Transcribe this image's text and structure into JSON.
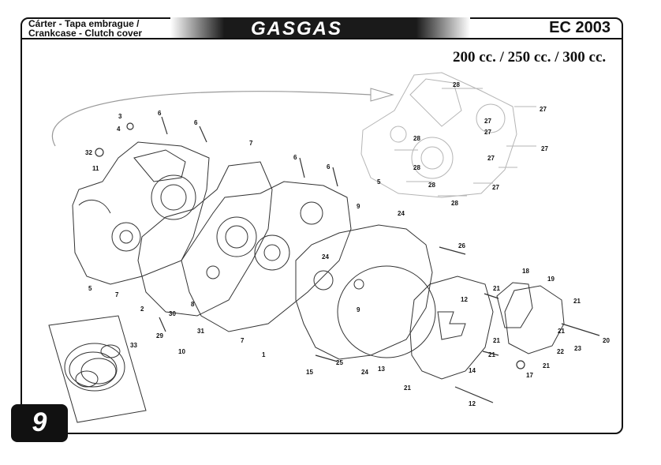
{
  "header": {
    "title_line1": "Cárter - Tapa embrague /",
    "title_line2": "Crankcase - Clutch cover",
    "brand": "GASGAS",
    "model": "EC 2003"
  },
  "displacement": "200 cc. / 250 cc. / 300 cc.",
  "page_number": "9",
  "callouts": [
    {
      "id": "c-28a",
      "text": "28"
    },
    {
      "id": "c-27a",
      "text": "27"
    },
    {
      "id": "c-27b",
      "text": "27"
    },
    {
      "id": "c-27c",
      "text": "27"
    },
    {
      "id": "c-28b",
      "text": "28"
    },
    {
      "id": "c-28c",
      "text": "28"
    },
    {
      "id": "c-27d",
      "text": "27"
    },
    {
      "id": "c-27e",
      "text": "27"
    },
    {
      "id": "c-27f",
      "text": "27"
    },
    {
      "id": "c-28d",
      "text": "28"
    },
    {
      "id": "c-28e",
      "text": "28"
    },
    {
      "id": "c-5a",
      "text": "5"
    },
    {
      "id": "c-3",
      "text": "3"
    },
    {
      "id": "c-4",
      "text": "4"
    },
    {
      "id": "c-6a",
      "text": "6"
    },
    {
      "id": "c-6b",
      "text": "6"
    },
    {
      "id": "c-32",
      "text": "32"
    },
    {
      "id": "c-11",
      "text": "11"
    },
    {
      "id": "c-7a",
      "text": "7"
    },
    {
      "id": "c-6c",
      "text": "6"
    },
    {
      "id": "c-6d",
      "text": "6"
    },
    {
      "id": "c-9a",
      "text": "9"
    },
    {
      "id": "c-24a",
      "text": "24"
    },
    {
      "id": "c-26",
      "text": "26"
    },
    {
      "id": "c-24b",
      "text": "24"
    },
    {
      "id": "c-5b",
      "text": "5"
    },
    {
      "id": "c-7b",
      "text": "7"
    },
    {
      "id": "c-2",
      "text": "2"
    },
    {
      "id": "c-8",
      "text": "8"
    },
    {
      "id": "c-30",
      "text": "30"
    },
    {
      "id": "c-29",
      "text": "29"
    },
    {
      "id": "c-31",
      "text": "31"
    },
    {
      "id": "c-10",
      "text": "10"
    },
    {
      "id": "c-7c",
      "text": "7"
    },
    {
      "id": "c-1",
      "text": "1"
    },
    {
      "id": "c-9b",
      "text": "9"
    },
    {
      "id": "c-33",
      "text": "33"
    },
    {
      "id": "c-15",
      "text": "15"
    },
    {
      "id": "c-25",
      "text": "25"
    },
    {
      "id": "c-24c",
      "text": "24"
    },
    {
      "id": "c-13",
      "text": "13"
    },
    {
      "id": "c-12a",
      "text": "12"
    },
    {
      "id": "c-21a",
      "text": "21"
    },
    {
      "id": "c-18",
      "text": "18"
    },
    {
      "id": "c-19",
      "text": "19"
    },
    {
      "id": "c-21b",
      "text": "21"
    },
    {
      "id": "c-21c",
      "text": "21"
    },
    {
      "id": "c-21d",
      "text": "21"
    },
    {
      "id": "c-22",
      "text": "22"
    },
    {
      "id": "c-23",
      "text": "23"
    },
    {
      "id": "c-20",
      "text": "20"
    },
    {
      "id": "c-21e",
      "text": "21"
    },
    {
      "id": "c-21f",
      "text": "21"
    },
    {
      "id": "c-14",
      "text": "14"
    },
    {
      "id": "c-17",
      "text": "17"
    },
    {
      "id": "c-21g",
      "text": "21"
    },
    {
      "id": "c-12b",
      "text": "12"
    }
  ]
}
